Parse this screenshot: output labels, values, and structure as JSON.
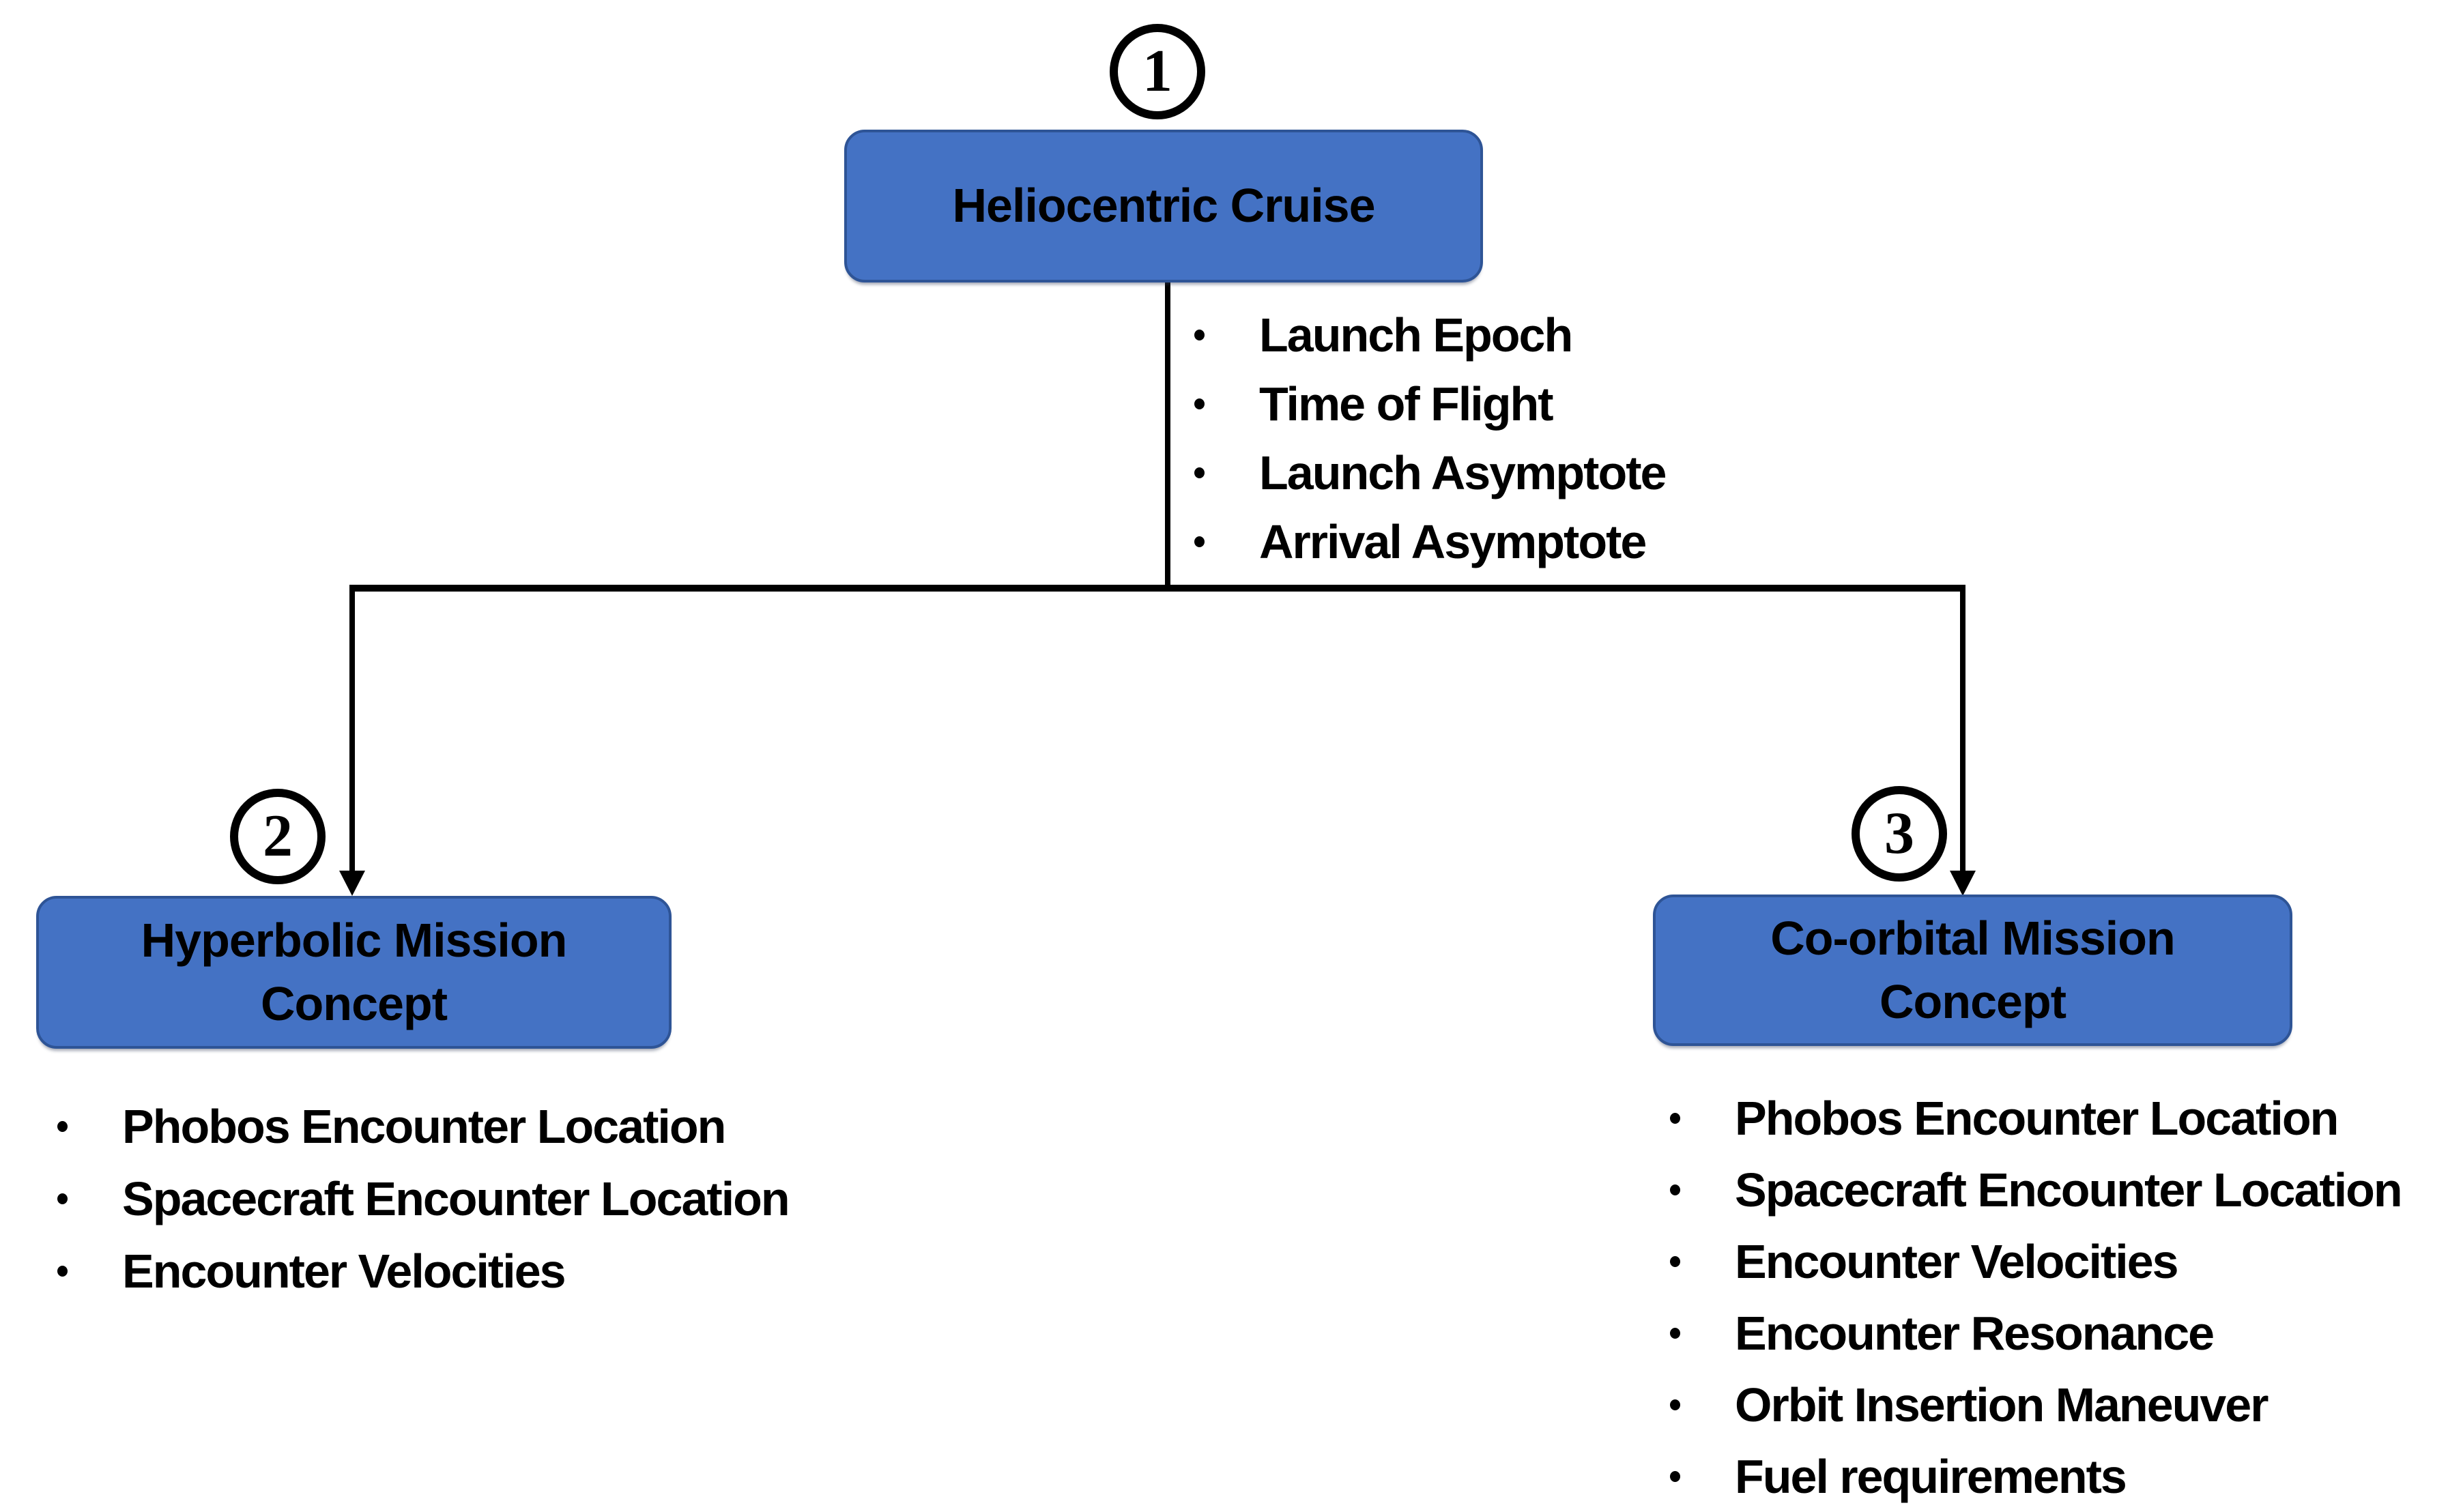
{
  "diagram": {
    "background": "#ffffff",
    "node_fill": "#4472c4",
    "node_border": "#2e5496",
    "line_color": "#000000",
    "text_color": "#000000",
    "nodes": {
      "cruise": {
        "badge": "1",
        "label": "Heliocentric Cruise"
      },
      "hyperbolic": {
        "badge": "2",
        "label": "Hyperbolic Mission Concept"
      },
      "coorbital": {
        "badge": "3",
        "label": "Co-orbital Mission Concept"
      }
    },
    "lists": {
      "cruise": {
        "items": [
          "Launch Epoch",
          "Time of Flight",
          "Launch Asymptote",
          "Arrival Asymptote"
        ]
      },
      "hyperbolic": {
        "items": [
          "Phobos Encounter Location",
          "Spacecraft Encounter Location",
          "Encounter Velocities"
        ]
      },
      "coorbital": {
        "items": [
          "Phobos Encounter Location",
          "Spacecraft Encounter Location",
          "Encounter Velocities",
          "Encounter Resonance",
          "Orbit Insertion Maneuver",
          "Fuel requirements"
        ]
      }
    }
  }
}
